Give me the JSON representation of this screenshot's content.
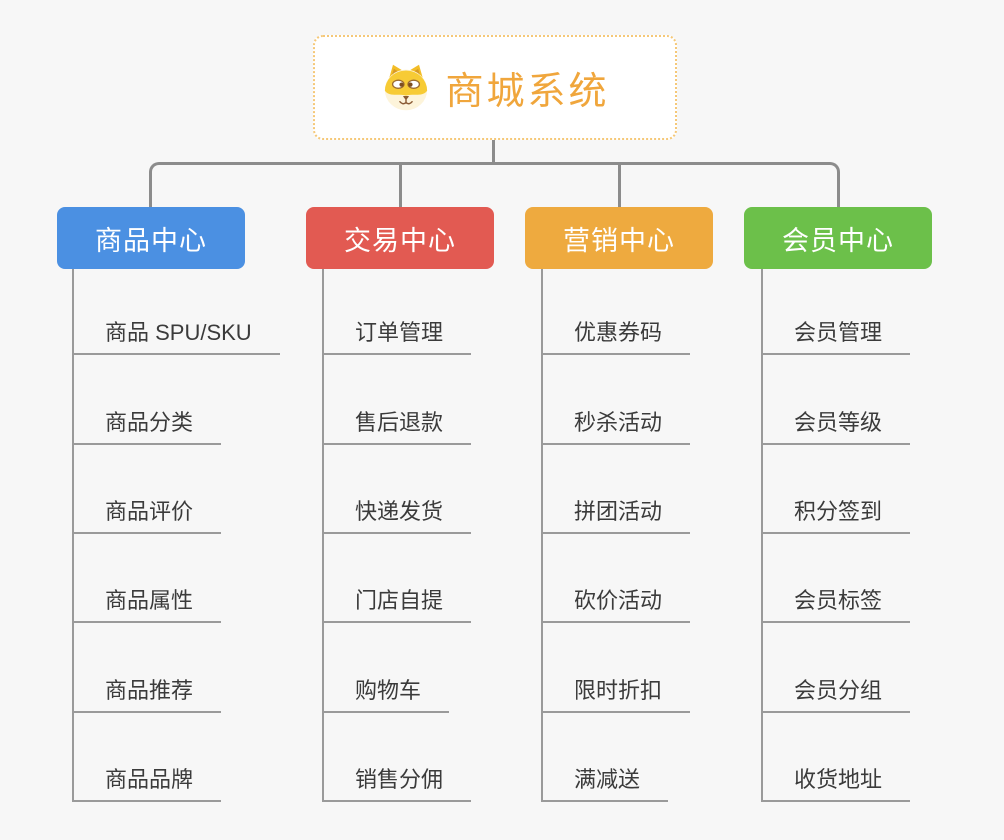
{
  "canvas": {
    "bg": "#f7f7f7",
    "connector_color": "#8c8c8c",
    "leaf_line_color": "#9a9a9a",
    "leaf_text_color": "#3b3b3b"
  },
  "root": {
    "label": "商城系统",
    "icon": "dog-face-icon",
    "accent_color": "#f0a63c",
    "border_color": "#f5c878",
    "bg": "#ffffff"
  },
  "branches": [
    {
      "label": "商品中心",
      "color": "#4b90e2",
      "children": [
        "商品 SPU/SKU",
        "商品分类",
        "商品评价",
        "商品属性",
        "商品推荐",
        "商品品牌"
      ]
    },
    {
      "label": "交易中心",
      "color": "#e25a52",
      "children": [
        "订单管理",
        "售后退款",
        "快递发货",
        "门店自提",
        "购物车",
        "销售分佣"
      ]
    },
    {
      "label": "营销中心",
      "color": "#eeaa3f",
      "children": [
        "优惠券码",
        "秒杀活动",
        "拼团活动",
        "砍价活动",
        "限时折扣",
        "满减送"
      ]
    },
    {
      "label": "会员中心",
      "color": "#6cc04a",
      "children": [
        "会员管理",
        "会员等级",
        "积分签到",
        "会员标签",
        "会员分组",
        "收货地址"
      ]
    }
  ]
}
